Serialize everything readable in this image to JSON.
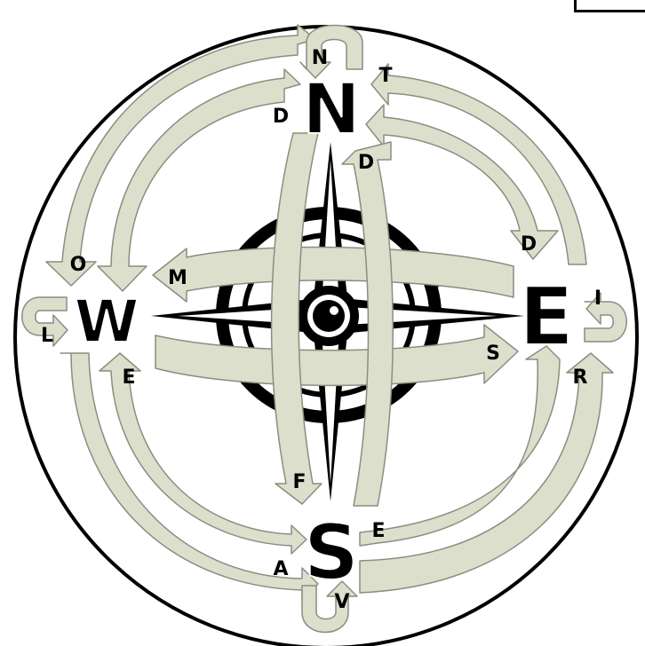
{
  "diagram": {
    "cardinals": {
      "north": "N",
      "east": "E",
      "south": "S",
      "west": "W"
    },
    "letters": {
      "n_top": "N",
      "t": "T",
      "d_nw": "D",
      "d_center": "D",
      "d_ne": "D",
      "o": "O",
      "m": "M",
      "i": "I",
      "l": "L",
      "s_arrow": "S",
      "e_left": "E",
      "r": "R",
      "f": "F",
      "e_bottom": "E",
      "a": "A",
      "v": "V"
    },
    "colors": {
      "arrow_fill": "#dcdfcc",
      "arrow_stroke": "#8c8c80",
      "ink": "#000000",
      "background": "#ffffff"
    }
  }
}
